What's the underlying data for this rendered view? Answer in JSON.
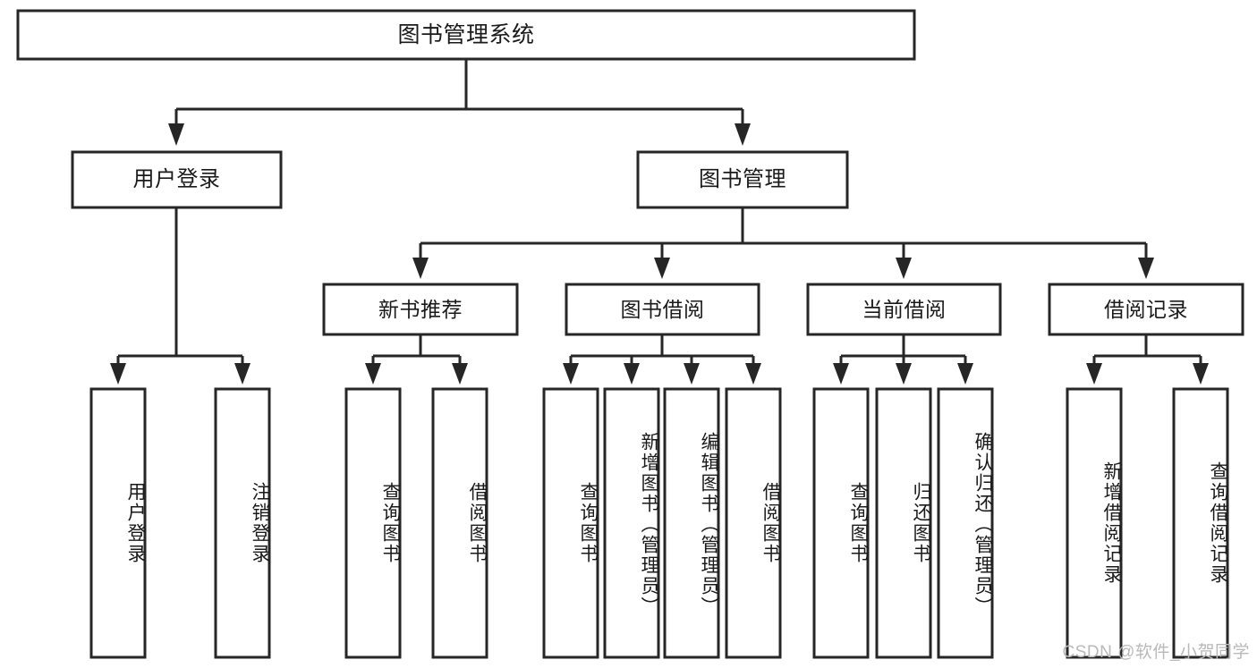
{
  "diagram": {
    "type": "tree",
    "title": "图书管理系统",
    "orientation": "top-down",
    "style": {
      "box_fill": "#ffffff",
      "box_stroke": "#262626",
      "text_color": "#1a1a1a",
      "background": "#ffffff",
      "watermark_color": "#b9b9b9"
    },
    "levels": [
      {
        "level": 1,
        "nodes": [
          {
            "id": "root",
            "label": "图书管理系统",
            "text_orientation": "horizontal"
          }
        ]
      },
      {
        "level": 2,
        "nodes": [
          {
            "id": "login",
            "label": "用户登录",
            "text_orientation": "horizontal",
            "parent": "root"
          },
          {
            "id": "bookmgmt",
            "label": "图书管理",
            "text_orientation": "horizontal",
            "parent": "root"
          }
        ]
      },
      {
        "level": 3,
        "nodes": [
          {
            "id": "newbook",
            "label": "新书推荐",
            "text_orientation": "horizontal",
            "parent": "bookmgmt"
          },
          {
            "id": "borrow",
            "label": "图书借阅",
            "text_orientation": "horizontal",
            "parent": "bookmgmt"
          },
          {
            "id": "current",
            "label": "当前借阅",
            "text_orientation": "horizontal",
            "parent": "bookmgmt"
          },
          {
            "id": "records",
            "label": "借阅记录",
            "text_orientation": "horizontal",
            "parent": "bookmgmt"
          }
        ]
      },
      {
        "level": 4,
        "nodes": [
          {
            "id": "leaf1",
            "label": "用户登录",
            "text_orientation": "vertical",
            "parent": "login"
          },
          {
            "id": "leaf2",
            "label": "注销登录",
            "text_orientation": "vertical",
            "parent": "login"
          },
          {
            "id": "leaf3",
            "label": "查询图书",
            "text_orientation": "vertical",
            "parent": "newbook"
          },
          {
            "id": "leaf4",
            "label": "借阅图书",
            "text_orientation": "vertical",
            "parent": "newbook"
          },
          {
            "id": "leaf5",
            "label": "查询图书",
            "text_orientation": "vertical",
            "parent": "borrow"
          },
          {
            "id": "leaf6",
            "label": "新增图书（管理员）",
            "text_orientation": "vertical",
            "parent": "borrow"
          },
          {
            "id": "leaf7",
            "label": "编辑图书（管理员）",
            "text_orientation": "vertical",
            "parent": "borrow"
          },
          {
            "id": "leaf8",
            "label": "借阅图书",
            "text_orientation": "vertical",
            "parent": "borrow"
          },
          {
            "id": "leaf9",
            "label": "查询图书",
            "text_orientation": "vertical",
            "parent": "current"
          },
          {
            "id": "leaf10",
            "label": "归还图书",
            "text_orientation": "vertical",
            "parent": "current"
          },
          {
            "id": "leaf11",
            "label": "确认归还（管理员）",
            "text_orientation": "vertical",
            "parent": "current"
          },
          {
            "id": "leaf12",
            "label": "新增借阅记录",
            "text_orientation": "vertical",
            "parent": "records"
          },
          {
            "id": "leaf13",
            "label": "查询借阅记录",
            "text_orientation": "vertical",
            "parent": "records"
          }
        ]
      }
    ]
  },
  "watermark": {
    "text": "CSDN @软件_小贺同学"
  }
}
